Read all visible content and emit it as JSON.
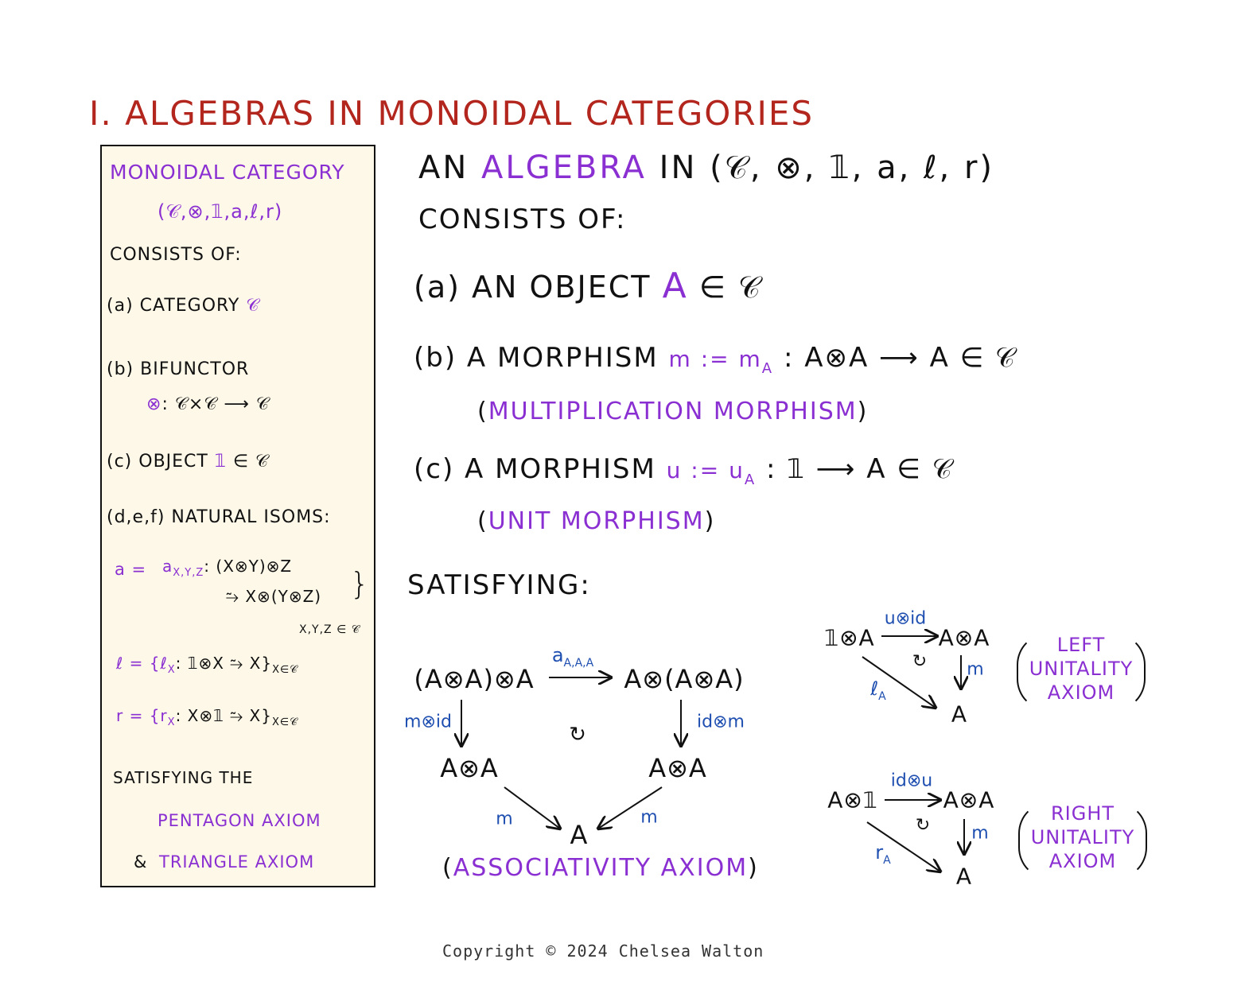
{
  "title": "I. ALGEBRAS IN MONOIDAL CATEGORIES",
  "sidebar": {
    "heading": "MONOIDAL CATEGORY",
    "tuple": "(𝒞,⊗,𝟙,a,ℓ,r)",
    "consists": "CONSISTS OF:",
    "item_a_prefix": "(a) CATEGORY",
    "item_a_sym": "𝒞",
    "item_b_prefix": "(b) BIFUNCTOR",
    "item_b_sym": "⊗",
    "item_b_rest": ": 𝒞×𝒞 ⟶ 𝒞",
    "item_c_prefix": "(c) OBJECT",
    "item_c_sym": "𝟙",
    "item_c_rest": "∈ 𝒞",
    "item_def": "(d,e,f) NATURAL ISOMS:",
    "assoc_lhs": "a =",
    "assoc_comp": "a",
    "assoc_comp_sub": "X,Y,Z",
    "assoc_line1": ": (X⊗Y)⊗Z",
    "assoc_line2": "⥲ X⊗(Y⊗Z)",
    "assoc_brace": "}",
    "assoc_range": "X,Y,Z ∈ 𝒞",
    "left_lhs": "ℓ = {ℓ",
    "left_sub": "X",
    "left_rest": ": 𝟙⊗X ⥲ X}",
    "left_range": "X∈𝒞",
    "right_lhs": "r = {r",
    "right_sub": "X",
    "right_rest": ": X⊗𝟙 ⥲ X}",
    "right_range": "X∈𝒞",
    "satisfying": "SATISFYING THE",
    "pentagon": "PENTAGON AXIOM",
    "amp": "&",
    "triangle": "TRIANGLE AXIOM"
  },
  "main": {
    "intro_an": "AN",
    "intro_algebra": "ALGEBRA",
    "intro_in": "IN",
    "intro_tuple": "(𝒞, ⊗, 𝟙, a, ℓ, r)",
    "consists": "CONSISTS OF:",
    "a_prefix": "(a) AN OBJECT",
    "a_sym": "A",
    "a_rest": "∈ 𝒞",
    "b_prefix": "(b) A MORPHISM",
    "b_sym": "m := m",
    "b_sym_sub": "A",
    "b_rest": ": A⊗A ⟶ A ∈ 𝒞",
    "b_paren_open": "(",
    "b_name": "MULTIPLICATION MORPHISM",
    "b_paren_close": ")",
    "c_prefix": "(c) A MORPHISM",
    "c_sym": "u := u",
    "c_sym_sub": "A",
    "c_rest": ": 𝟙 ⟶ A ∈ 𝒞",
    "c_paren_open": "(",
    "c_name": "UNIT MORPHISM",
    "c_paren_close": ")",
    "satisfying": "SATISFYING:"
  },
  "assoc_diagram": {
    "top_left": "(A⊗A)⊗A",
    "top_right": "A⊗(A⊗A)",
    "top_arrow": "a",
    "top_arrow_sub": "A,A,A",
    "left_arrow": "m⊗id",
    "right_arrow": "id⊗m",
    "mid_left": "A⊗A",
    "mid_right": "A⊗A",
    "commute": "↻",
    "bottom": "A",
    "left_diag": "m",
    "right_diag": "m",
    "caption_open": "(",
    "caption": "ASSOCIATIVITY AXIOM",
    "caption_close": ")"
  },
  "left_unit_diagram": {
    "source": "𝟙⊗A",
    "target": "A⊗A",
    "top_arrow": "u⊗id",
    "down_arrow": "m",
    "diag_arrow": "ℓ",
    "diag_arrow_sub": "A",
    "bottom": "A",
    "commute": "↻",
    "caption_lines": [
      "LEFT",
      "UNITALITY",
      "AXIOM"
    ]
  },
  "right_unit_diagram": {
    "source": "A⊗𝟙",
    "target": "A⊗A",
    "top_arrow": "id⊗u",
    "down_arrow": "m",
    "diag_arrow": "r",
    "diag_arrow_sub": "A",
    "bottom": "A",
    "commute": "↻",
    "caption_lines": [
      "RIGHT",
      "UNITALITY",
      "AXIOM"
    ]
  },
  "footer": "Copyright © 2024 Chelsea Walton",
  "colors": {
    "title": "#b3261e",
    "highlight": "#8a2fd1",
    "arrow_label": "#1f4fb0",
    "box_bg": "#fdf8e8"
  }
}
